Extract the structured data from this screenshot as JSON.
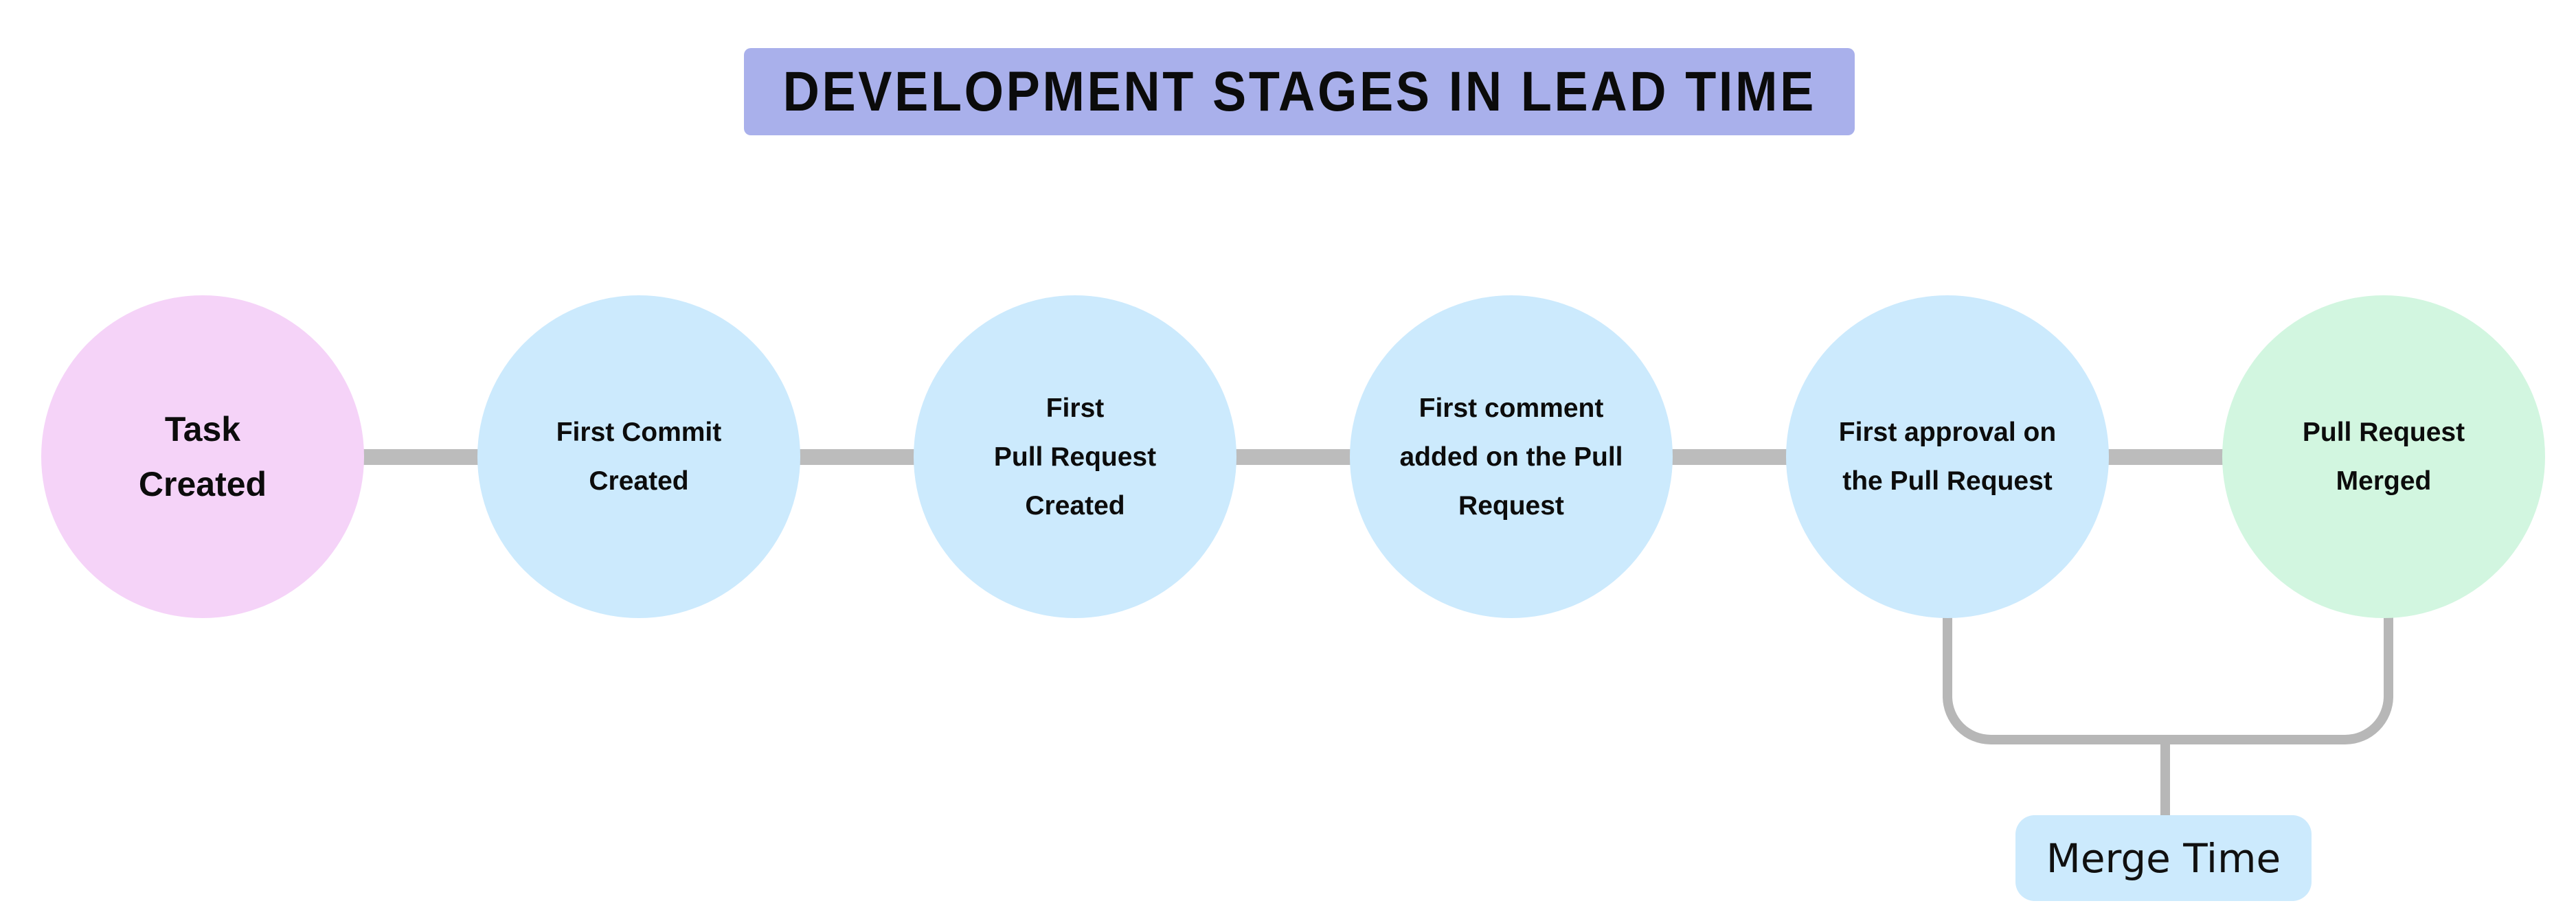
{
  "title": {
    "text": "DEVELOPMENT STAGES IN LEAD TIME",
    "bg": "#a9b0eb"
  },
  "stages": [
    {
      "label": "Task\nCreated",
      "color": "#f5d3f8"
    },
    {
      "label": "First Commit\nCreated",
      "color": "#cceafd"
    },
    {
      "label": "First\nPull Request\nCreated",
      "color": "#cceafd"
    },
    {
      "label": "First comment\nadded on the Pull\nRequest",
      "color": "#cceafd"
    },
    {
      "label": "First approval on\nthe Pull Request",
      "color": "#cceafd"
    },
    {
      "label": "Pull Request\nMerged",
      "color": "#d2f6e0"
    }
  ],
  "merge_time": {
    "label": "Merge Time",
    "bg": "#cceafd"
  },
  "colors": {
    "connector": "#bcbcbc",
    "bracket": "#b7b7b7"
  }
}
